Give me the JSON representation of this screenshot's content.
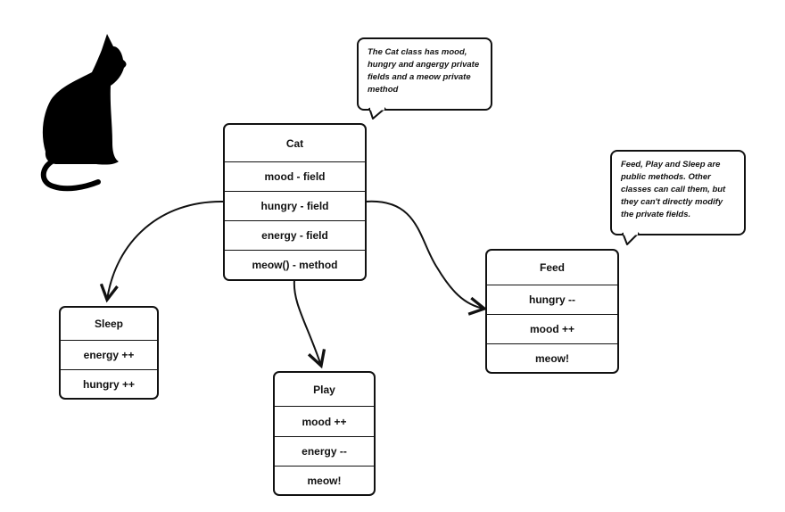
{
  "cat_class": {
    "title": "Cat",
    "rows": [
      "mood - field",
      "hungry - field",
      "energy - field",
      "meow() - method"
    ]
  },
  "sleep_box": {
    "title": "Sleep",
    "rows": [
      "energy ++",
      "hungry ++"
    ]
  },
  "play_box": {
    "title": "Play",
    "rows": [
      "mood ++",
      "energy --",
      "meow!"
    ]
  },
  "feed_box": {
    "title": "Feed",
    "rows": [
      "hungry --",
      "mood ++",
      "meow!"
    ]
  },
  "notes": {
    "cat_note": "The Cat class has mood, hungry and angergy private fields and a meow private method",
    "methods_note": "Feed, Play and Sleep are public methods. Other classes can call them, but they can't directly modify the private fields."
  },
  "icons": {
    "cat_silhouette": "cat-silhouette-icon"
  },
  "colors": {
    "stroke": "#111111",
    "background": "#ffffff"
  }
}
